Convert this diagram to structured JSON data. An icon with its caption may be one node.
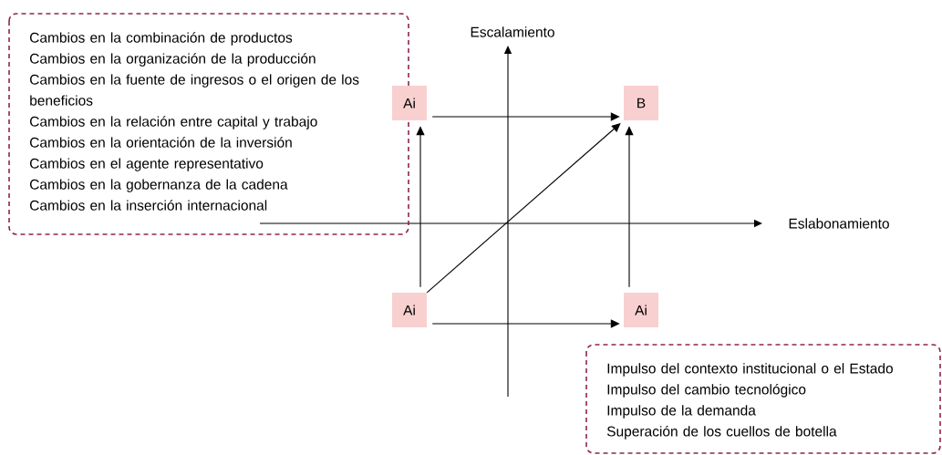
{
  "diagram": {
    "nodes": [
      {
        "text": [
          "Cambios en la combinación de productos",
          "Cambios en la organización de la producción",
          "Cambios en la fuente de ingresos o el origen de los beneficios",
          "Cambios en la relación entre capital y trabajo",
          "Cambios en la orientación de la inversión",
          "Cambios en el agente representativo",
          "Cambios en la gobernanza de la cadena",
          "Cambios en la inserción internacional"
        ]
      },
      {
        "text": [
          "Impulso del contexto institucional o el Estado",
          "Impulso del cambio tecnológico",
          "Impulso de la demanda",
          "Superación de los cuellos de botella"
        ]
      },
      {
        "text": [
          "Ai"
        ]
      },
      {
        "text": [
          "B"
        ]
      },
      {
        "text": [
          "Ai"
        ]
      },
      {
        "text": [
          "Ai"
        ]
      }
    ],
    "edges": [
      {
        "from": 2,
        "to": 3,
        "arrow": "to"
      },
      {
        "from": 4,
        "to": 2,
        "arrow": "to"
      },
      {
        "from": 4,
        "to": 3,
        "arrow": "to"
      },
      {
        "from": 4,
        "to": 5,
        "arrow": "to"
      },
      {
        "from": 5,
        "to": 3,
        "arrow": "to"
      }
    ],
    "labels": [
      "Escalamiento",
      "Eslabonamiento"
    ]
  }
}
